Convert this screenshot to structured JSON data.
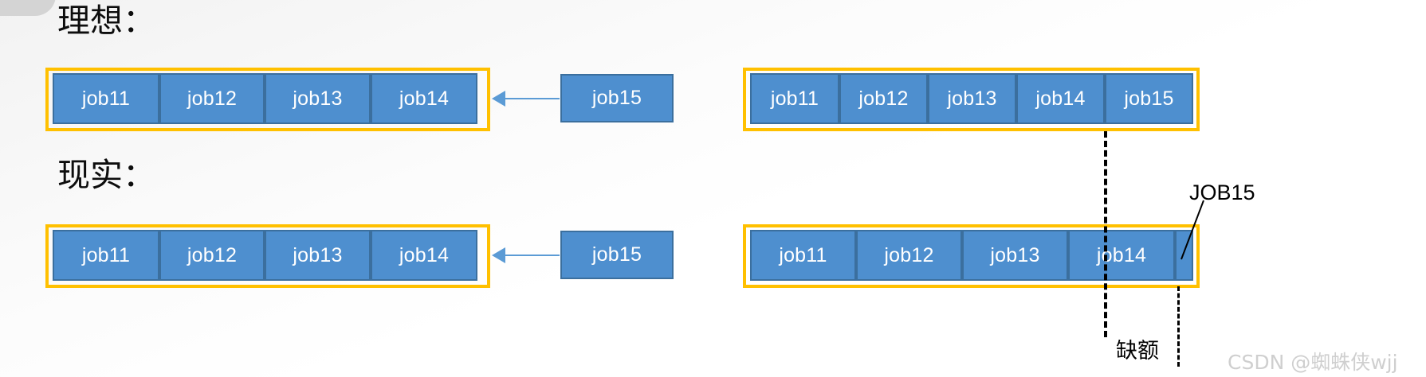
{
  "headings": {
    "ideal": "理想：",
    "reality": "现实："
  },
  "sections": [
    {
      "key": "ideal",
      "heading": "理想：",
      "queue_left": {
        "jobs": [
          "job11",
          "job12",
          "job13",
          "job14"
        ]
      },
      "incoming_job": "job15",
      "queue_right": {
        "jobs": [
          "job11",
          "job12",
          "job13",
          "job14",
          "job15"
        ]
      }
    },
    {
      "key": "reality",
      "heading": "现实：",
      "queue_left": {
        "jobs": [
          "job11",
          "job12",
          "job13",
          "job14"
        ]
      },
      "incoming_job": "job15",
      "queue_right": {
        "jobs": [
          "job11",
          "job12",
          "job13",
          "job14"
        ],
        "overflow_job": "JOB15"
      }
    }
  ],
  "annotations": {
    "overflow_callout": "JOB15",
    "gap_label": "缺额"
  },
  "watermark": "CSDN @蜘蛛侠wjj",
  "colors": {
    "job_fill": "#4e8fcf",
    "job_border": "#3b6f9e",
    "frame_border": "#ffc000",
    "arrow": "#5b9bd5",
    "dash": "#000000",
    "text": "#ffffff"
  }
}
